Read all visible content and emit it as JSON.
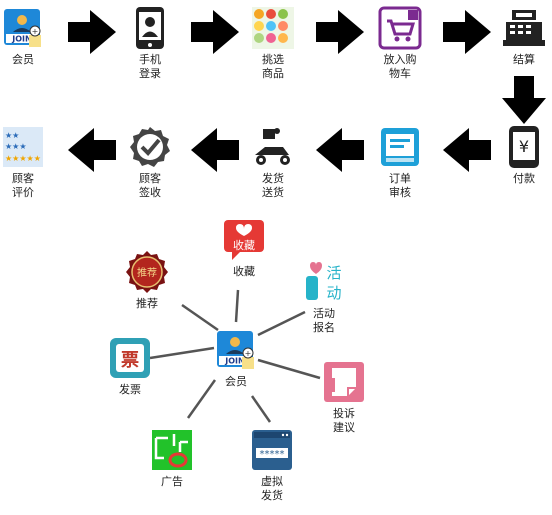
{
  "flow_top": [
    {
      "line1": "会员",
      "line2": ""
    },
    {
      "line1": "手机",
      "line2": "登录"
    },
    {
      "line1": "挑选",
      "line2": "商品"
    },
    {
      "line1": "放入购",
      "line2": "物车"
    },
    {
      "line1": "结算",
      "line2": ""
    }
  ],
  "flow_bottom": [
    {
      "line1": "顾客",
      "line2": "评价"
    },
    {
      "line1": "顾客",
      "line2": "签收"
    },
    {
      "line1": "发货",
      "line2": "送货"
    },
    {
      "line1": "订单",
      "line2": "审核"
    },
    {
      "line1": "付款",
      "line2": ""
    }
  ],
  "hub": {
    "line1": "会员",
    "badge_text": "JOIN"
  },
  "spokes": {
    "favorite": {
      "line1": "收藏",
      "badge_text": "收藏"
    },
    "recommend": {
      "line1": "推荐",
      "badge_text": "推荐"
    },
    "event": {
      "line1": "活动",
      "line2": "报名",
      "badge_text_1": "活",
      "badge_text_2": "动"
    },
    "invoice": {
      "line1": "发票",
      "badge_text": "票"
    },
    "complaint": {
      "line1": "投诉",
      "line2": "建议"
    },
    "ads": {
      "line1": "广告"
    },
    "virtual": {
      "line1": "虚拟",
      "line2": "发货",
      "badge_text": "*****"
    }
  },
  "colors": {
    "arrow": "#000000",
    "member_blue": "#1e88d8",
    "favorite_red": "#e53935",
    "event_cyan": "#26b3c9",
    "invoice_teal": "#2fa0b5",
    "complaint_pink": "#e57390",
    "ads_green": "#22c22a",
    "virtual_navy": "#2b5f8f",
    "cart_purple": "#7b2a90"
  },
  "icons": {
    "member": "member-join-icon",
    "phone": "smartphone-login-icon",
    "goods": "products-grid-icon",
    "cart": "shopping-cart-icon",
    "register": "cash-register-icon",
    "pay": "yuan-phone-icon",
    "review": "star-rating-icon",
    "sign": "checkmark-badge-icon",
    "delivery": "delivery-scooter-icon",
    "order": "order-screen-icon"
  }
}
